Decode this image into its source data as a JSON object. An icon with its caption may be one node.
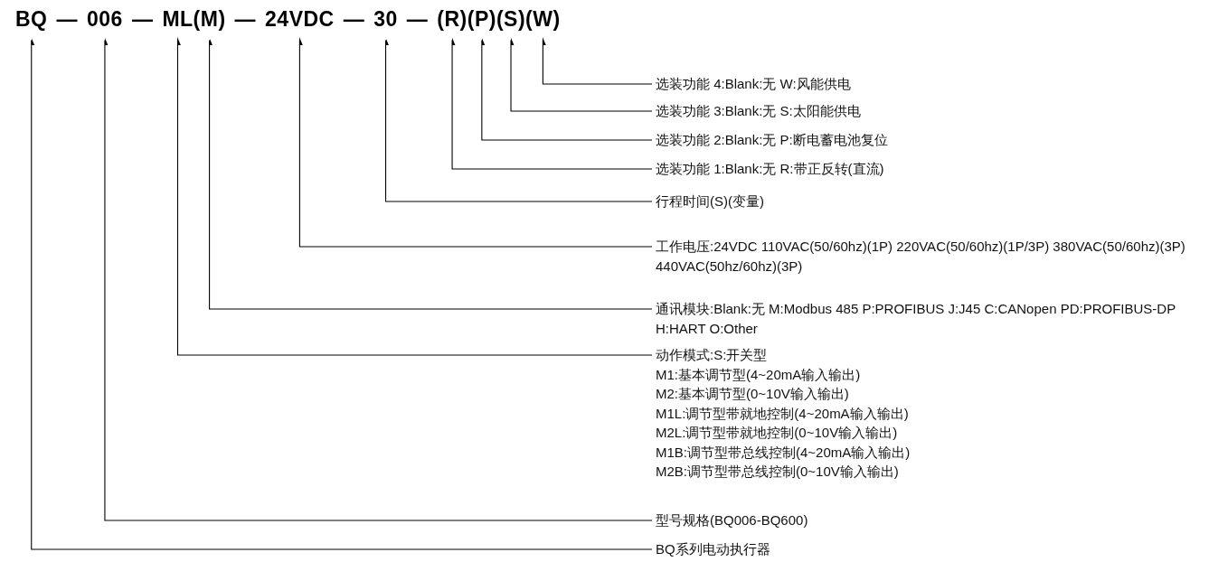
{
  "diagram": {
    "nodes": [
      {
        "text": [
          "BQ"
        ]
      },
      {
        "text": [
          "006"
        ]
      },
      {
        "text": [
          "ML"
        ]
      },
      {
        "text": [
          "(M)"
        ]
      },
      {
        "text": [
          "24VDC"
        ]
      },
      {
        "text": [
          "30"
        ]
      },
      {
        "text": [
          "(R)"
        ]
      },
      {
        "text": [
          "(P)"
        ]
      },
      {
        "text": [
          "(S)"
        ]
      },
      {
        "text": [
          "(W)"
        ]
      },
      {
        "text": [
          "选装功能 4:Blank:无 W:风能供电"
        ]
      },
      {
        "text": [
          "选装功能 3:Blank:无 S:太阳能供电"
        ]
      },
      {
        "text": [
          "选装功能 2:Blank:无 P:断电蓄电池复位"
        ]
      },
      {
        "text": [
          "选装功能 1:Blank:无 R:带正反转(直流)"
        ]
      },
      {
        "text": [
          "行程时间(S)(变量)"
        ]
      },
      {
        "text": [
          "工作电压:24VDC 110VAC(50/60hz)(1P) 220VAC(50/60hz)(1P/3P) 380VAC(50/60hz)(3P) 440VAC(50hz/60hz)(3P)"
        ]
      },
      {
        "text": [
          "通讯模块:Blank:无 M:Modbus 485 P:PROFIBUS J:J45 C:CANopen PD:PROFIBUS-DP H:HART O:Other"
        ]
      },
      {
        "text": [
          "动作模式:S:开关型",
          "M1:基本调节型(4~20mA输入输出)",
          "M2:基本调节型(0~10V输入输出)",
          "M1L:调节型带就地控制(4~20mA输入输出)",
          "M2L:调节型带就地控制(0~10V输入输出)",
          "M1B:调节型带总线控制(4~20mA输入输出)",
          "M2B:调节型带总线控制(0~10V输入输出)"
        ]
      },
      {
        "text": [
          "型号规格(BQ006-BQ600)"
        ]
      },
      {
        "text": [
          "BQ系列电动执行器"
        ]
      }
    ],
    "edges": [
      {
        "from": 10,
        "to": 9,
        "arrow": "to"
      },
      {
        "from": 11,
        "to": 8,
        "arrow": "to"
      },
      {
        "from": 12,
        "to": 7,
        "arrow": "to"
      },
      {
        "from": 13,
        "to": 6,
        "arrow": "to"
      },
      {
        "from": 14,
        "to": 5,
        "arrow": "to"
      },
      {
        "from": 15,
        "to": 4,
        "arrow": "to"
      },
      {
        "from": 16,
        "to": 3,
        "arrow": "to"
      },
      {
        "from": 17,
        "to": 2,
        "arrow": "to"
      },
      {
        "from": 18,
        "to": 1,
        "arrow": "to"
      },
      {
        "from": 19,
        "to": 0,
        "arrow": "to"
      }
    ],
    "labels": [
      "—",
      "—",
      "—",
      "—",
      "—"
    ]
  }
}
